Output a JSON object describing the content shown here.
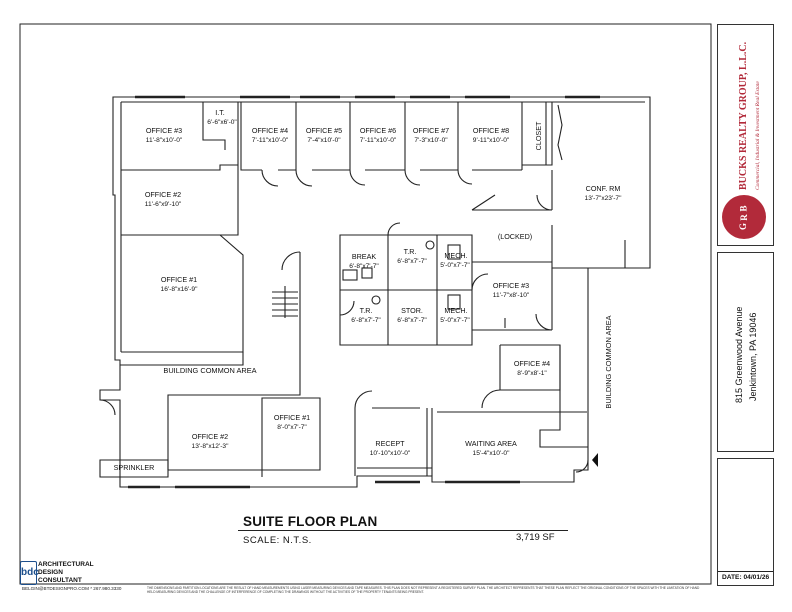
{
  "rooms": {
    "office3_left": {
      "name": "OFFICE #3",
      "dim": "11'-8\"x10'-0\""
    },
    "it": {
      "name": "I.T.",
      "dim": "6'-6\"x6'-0\""
    },
    "office4_top": {
      "name": "OFFICE #4",
      "dim": "7'-11\"x10'-0\""
    },
    "office5": {
      "name": "OFFICE #5",
      "dim": "7'-4\"x10'-0\""
    },
    "office6": {
      "name": "OFFICE #6",
      "dim": "7'-11\"x10'-0\""
    },
    "office7": {
      "name": "OFFICE #7",
      "dim": "7'-3\"x10'-0\""
    },
    "office8": {
      "name": "OFFICE #8",
      "dim": "9'-11\"x10'-0\""
    },
    "closet": {
      "name": "CLOSET"
    },
    "conf": {
      "name": "CONF. RM",
      "dim": "13'-7\"x23'-7\""
    },
    "office2_left": {
      "name": "OFFICE #2",
      "dim": "11'-6\"x9'-10\""
    },
    "office1_left": {
      "name": "OFFICE #1",
      "dim": "16'-8\"x16'-9\""
    },
    "break": {
      "name": "BREAK",
      "dim": "6'-8\"x7'-7\""
    },
    "tr1": {
      "name": "T.R.",
      "dim": "6'-8\"x7'-7\""
    },
    "mech1": {
      "name": "MECH.",
      "dim": "5'-0\"x7'-7\""
    },
    "locked": {
      "name": "(LOCKED)"
    },
    "office3_right": {
      "name": "OFFICE #3",
      "dim": "11'-7\"x8'-10\""
    },
    "tr2": {
      "name": "T.R.",
      "dim": "6'-8\"x7'-7\""
    },
    "stor": {
      "name": "STOR.",
      "dim": "6'-8\"x7'-7\""
    },
    "mech2": {
      "name": "MECH.",
      "dim": "5'-0\"x7'-7\""
    },
    "office4_right": {
      "name": "OFFICE #4",
      "dim": "8'-9\"x8'-1\""
    },
    "bca_left": {
      "name": "BUILDING COMMON AREA"
    },
    "bca_right": {
      "name": "BUILDING COMMON AREA"
    },
    "office1_bottom": {
      "name": "OFFICE #1",
      "dim": "8'-0\"x7'-7\""
    },
    "office2_bottom": {
      "name": "OFFICE #2",
      "dim": "13'-8\"x12'-3\""
    },
    "recept": {
      "name": "RECEPT",
      "dim": "10'-10\"x10'-0\""
    },
    "waiting": {
      "name": "WAITING AREA",
      "dim": "15'-4\"x10'-0\""
    },
    "sprinkler": {
      "name": "SPRINKLER"
    }
  },
  "plan": {
    "title": "SUITE FLOOR PLAN",
    "scale": "SCALE:  N.T.S.",
    "area": "3,719 SF"
  },
  "titleblock": {
    "logo_letters": [
      "B",
      "R",
      "G"
    ],
    "company": "BUCKS REALTY GROUP, L.L.C.",
    "tagline": "Commercial, Industrial & Investment Real Estate",
    "address_line1": "815 Greenwood Avenue",
    "address_line2": "Jenkintown, PA 19046",
    "date": "DATE: 04/01/26"
  },
  "designer": {
    "logo": "bdc",
    "name_lines": [
      "ARCHITECTURAL",
      "DESIGN",
      "CONSULTANT"
    ],
    "contact": "BELGIN@BTDESIGNPRO.COM * 267.980.3330",
    "disclaimer": "THE DIMENSIONS AND PARTITION LOCATIONS ARE THE RESULT OF HAND MEASUREMENTS USING LASER MEASURING DEVICES AND TAPE MEASURES. THIS PLAN DOES NOT REPRESENT A REGISTERED SURVEY PLAN. THE ARCHITECT REPRESENTS THAT THESE PLAN REFLECT THE ORIGINAL CONDITIONS OF THE SPACES WITH THE LIMITATION OF HAND HELD MEASURING DEVICES AND THE CHALLENGE OF INTERFERENCE OF COMPLETING THE DRAWINGS WITHOUT THE ACTIVITIES OF THE PROPERTY TENANTS BEING PRESENT."
  },
  "colors": {
    "accent": "#b22a3a",
    "line": "#222222"
  }
}
